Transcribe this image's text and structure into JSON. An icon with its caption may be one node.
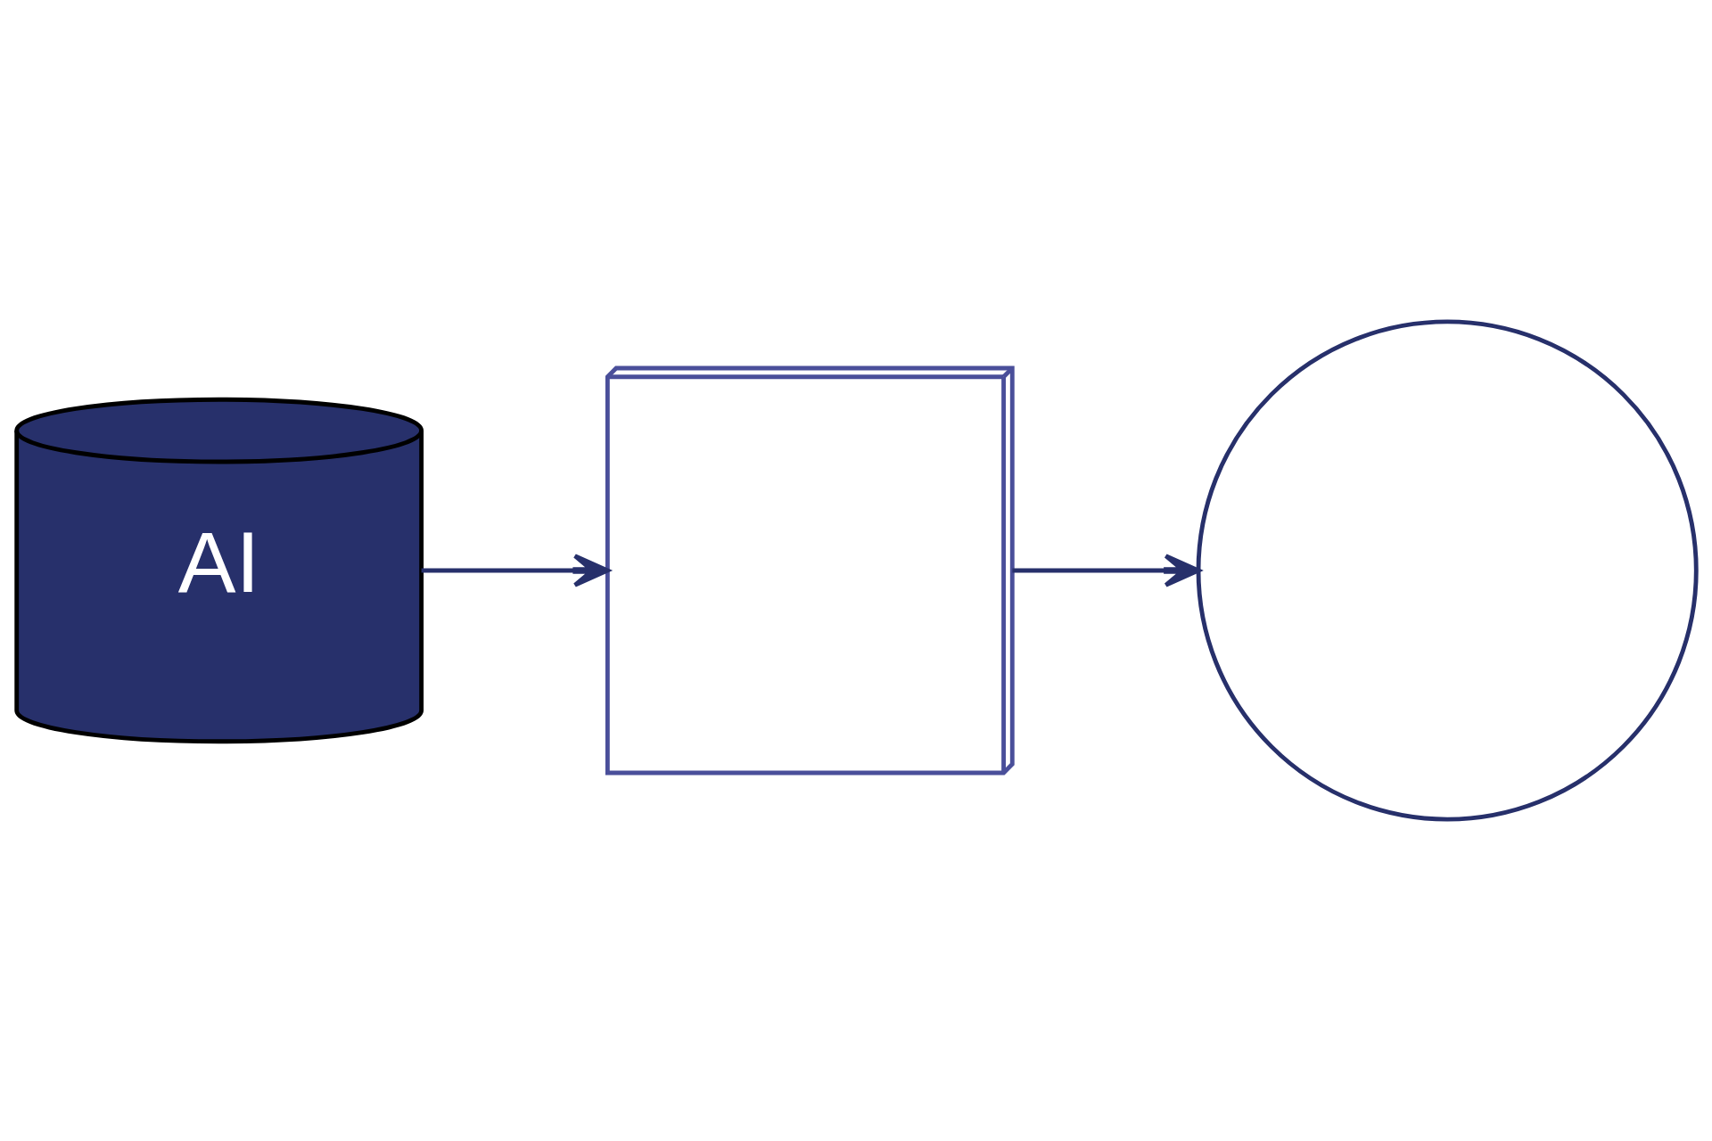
{
  "diagram": {
    "nodes": [
      {
        "text": [
          "AI"
        ]
      },
      {
        "text": [],
        "shape": "box"
      },
      {
        "text": [],
        "shape": "circle"
      }
    ],
    "edges": [
      {
        "from": 0,
        "to": 1,
        "arrow": "to"
      },
      {
        "from": 1,
        "to": 2,
        "arrow": "to"
      }
    ]
  }
}
